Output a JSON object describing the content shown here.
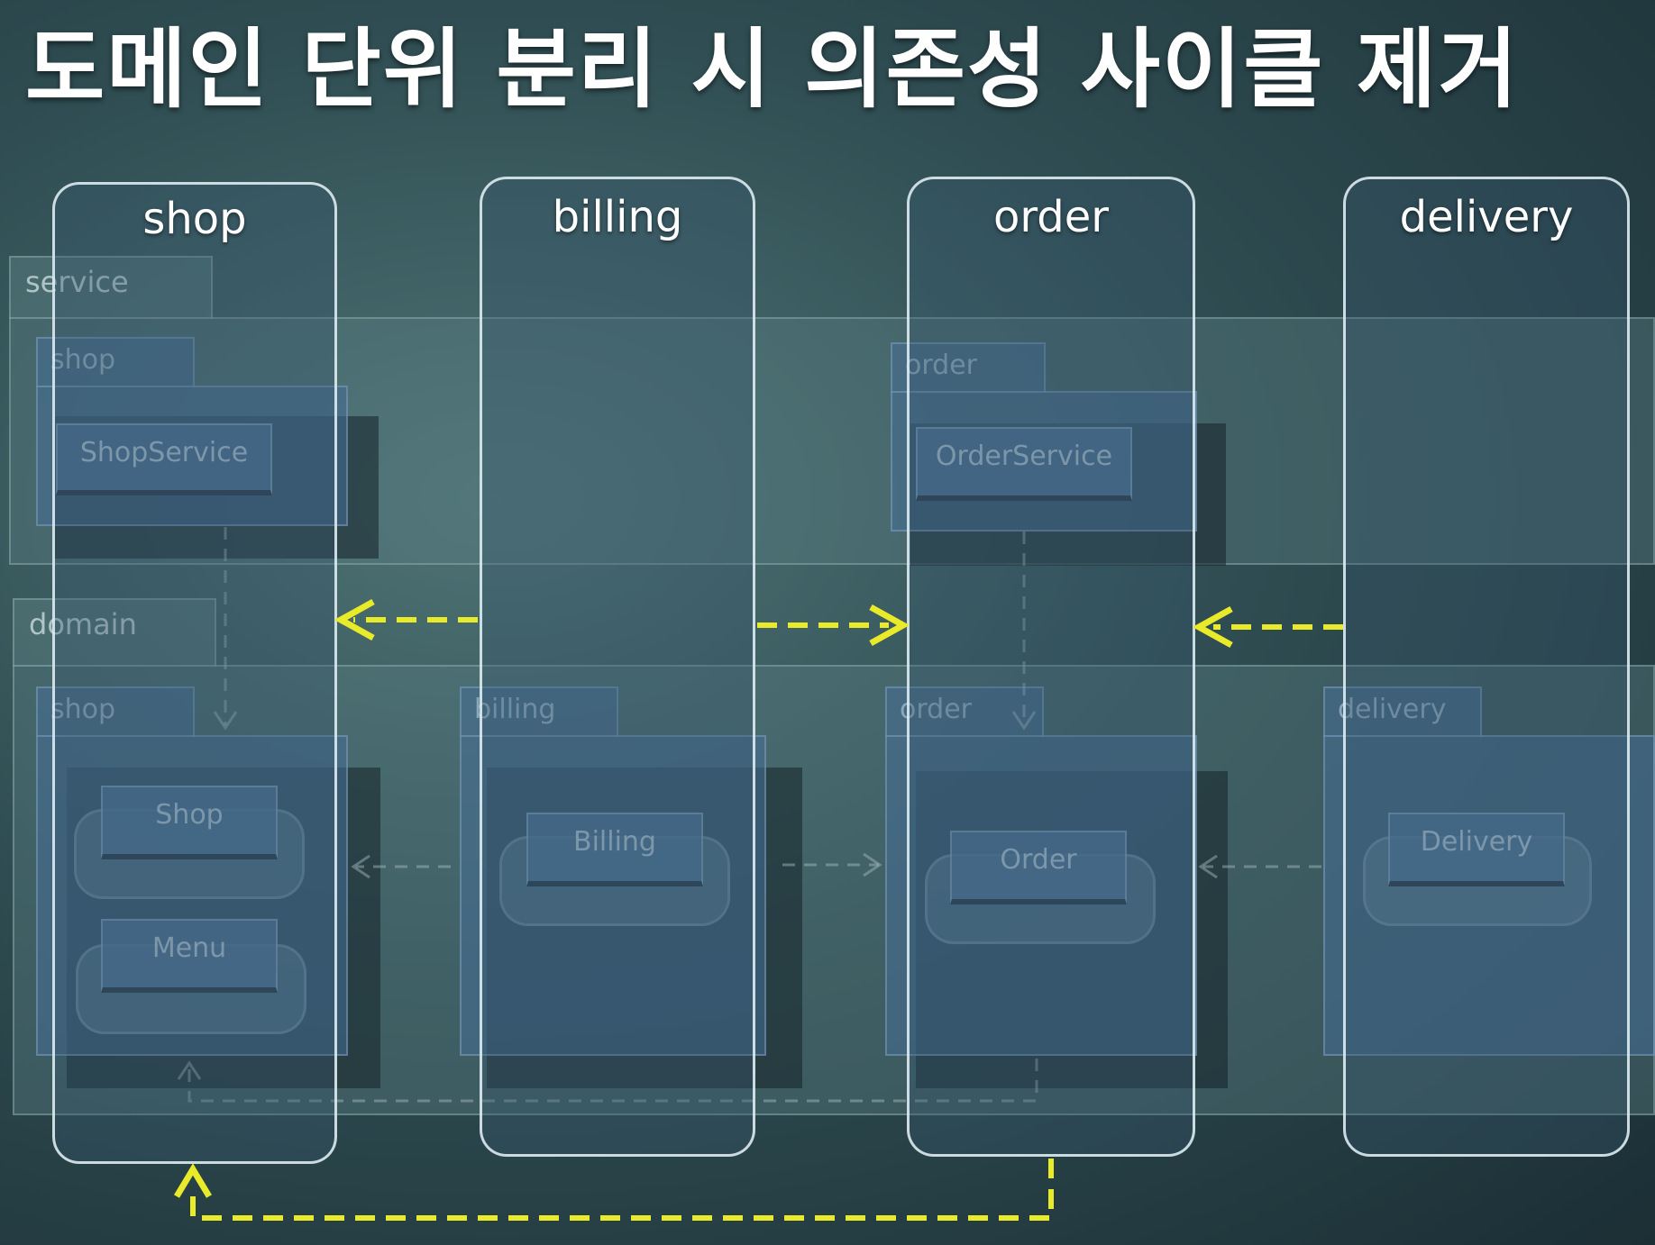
{
  "title": "도메인 단위 분리 시 의존성 사이클 제거",
  "layers": {
    "service": "service",
    "domain": "domain"
  },
  "packages": {
    "service_shop": "shop",
    "service_order": "order",
    "domain_shop": "shop",
    "domain_billing": "billing",
    "domain_order": "order",
    "domain_delivery": "delivery"
  },
  "classes": {
    "shop_service": "ShopService",
    "order_service": "OrderService",
    "shop": "Shop",
    "menu": "Menu",
    "billing": "Billing",
    "order": "Order",
    "delivery": "Delivery"
  },
  "columns": [
    "shop",
    "billing",
    "order",
    "delivery"
  ],
  "colors": {
    "arrow_yellow": "#e8ea2a",
    "column_border": "#e1f0f5",
    "title_text": "#ffffff"
  }
}
